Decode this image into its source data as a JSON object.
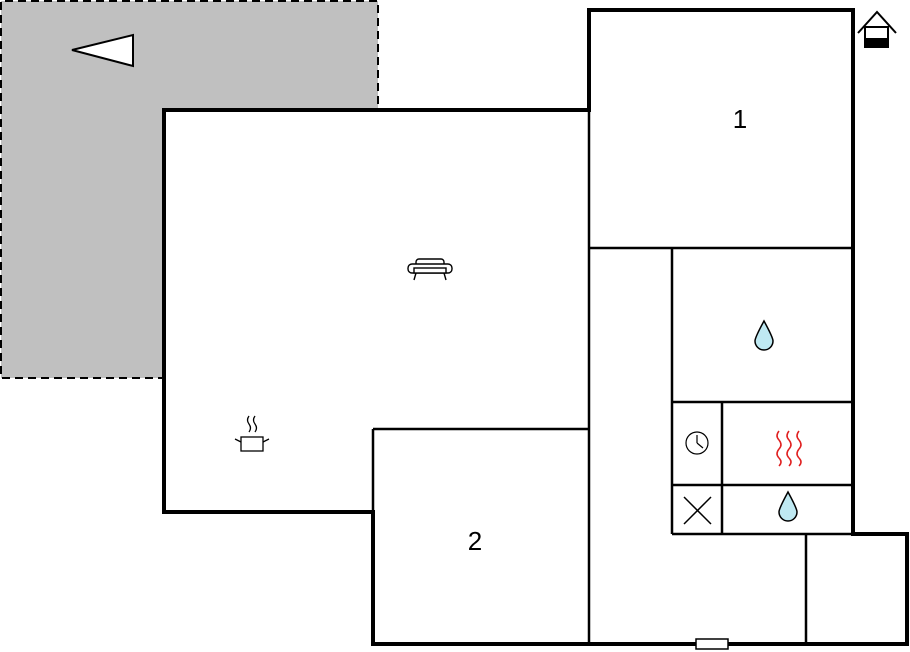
{
  "rooms": [
    {
      "id": "bedroom-1",
      "label": "1"
    },
    {
      "id": "bedroom-2",
      "label": "2"
    }
  ],
  "icons": {
    "compass": "north-arrow-icon",
    "entrance": "house-entrance-icon",
    "living": "sofa-icon",
    "kitchen": "cooking-pot-icon",
    "bathroom": "water-drop-icon",
    "sauna": "heat-waves-icon",
    "utility": "clock-icon",
    "storage": "x-mark-icon",
    "shower": "water-drop-icon"
  },
  "colors": {
    "terrace": "#c0c0c0",
    "wall": "#000000",
    "water": "#bfe9f2",
    "heat": "#e02020"
  }
}
